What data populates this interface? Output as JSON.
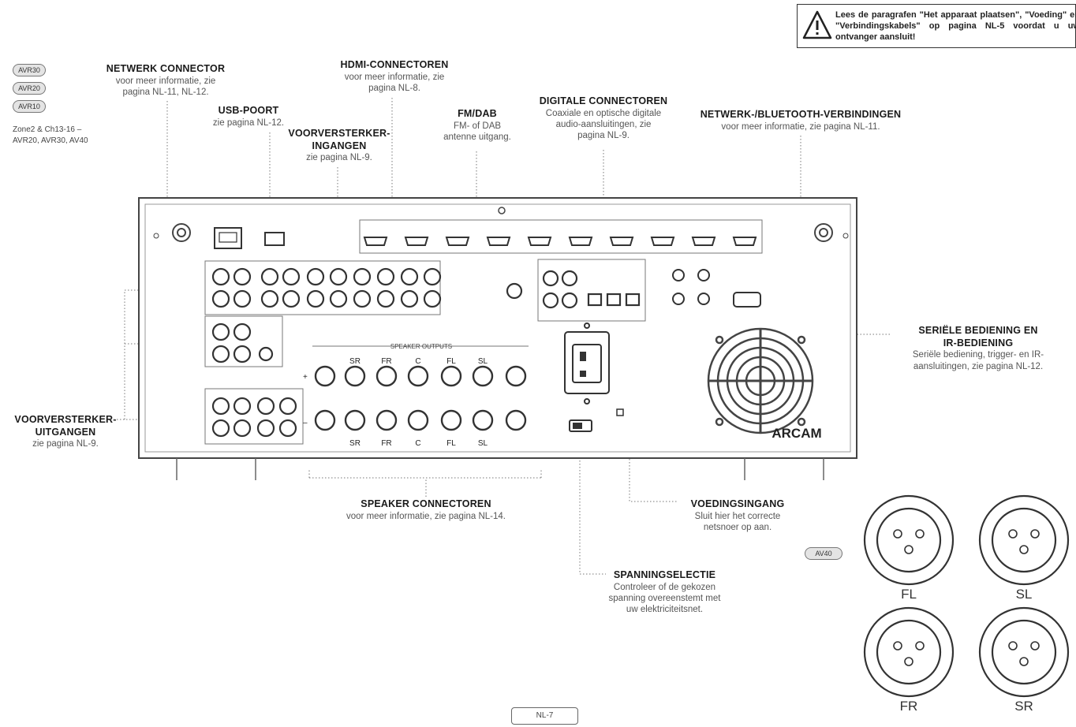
{
  "warning": {
    "icon": "warning-triangle-icon",
    "text": "Lees de paragrafen \"Het apparaat plaatsen\", \"Voeding\" en \"Verbindingskabels\" op pagina NL-5 voordat u uw ontvanger aansluit!"
  },
  "models": {
    "badges": [
      "AVR30",
      "AVR20",
      "AVR10"
    ],
    "zone_note_line1": "Zone2 & Ch13-16 –",
    "zone_note_line2": "AVR20, AVR30, AV40"
  },
  "callouts": {
    "netwerk_connector": {
      "title": "NETWERK CONNECTOR",
      "desc_line1": "voor meer informatie, zie",
      "desc_line2": "pagina NL-11, NL-12."
    },
    "usb_poort": {
      "title": "USB-POORT",
      "desc": "zie pagina NL-12."
    },
    "hdmi_connectoren": {
      "title": "HDMI-CONNECTOREN",
      "desc_line1": "voor meer informatie, zie",
      "desc_line2": "pagina NL-8."
    },
    "voorversterker_ingangen": {
      "title_line1": "VOORVERSTERKER-",
      "title_line2": "INGANGEN",
      "desc": "zie pagina NL-9."
    },
    "fm_dab": {
      "title": "FM/DAB",
      "desc_line1": "FM- of DAB",
      "desc_line2": "antenne uitgang."
    },
    "digitale_connectoren": {
      "title": "DIGITALE CONNECTOREN",
      "desc_line1": "Coaxiale en optische digitale",
      "desc_line2": "audio-aansluitingen, zie",
      "desc_line3": "pagina NL-9."
    },
    "netwerk_bluetooth": {
      "title": "NETWERK-/BLUETOOTH-VERBINDINGEN",
      "desc": "voor meer informatie, zie pagina NL-11."
    },
    "seriele_bediening": {
      "title_line1": "SERIËLE BEDIENING EN",
      "title_line2": "IR-BEDIENING",
      "desc_line1": "Seriële bediening, trigger- en IR-",
      "desc_line2": "aansluitingen, zie pagina NL-12."
    },
    "voorversterker_uitgangen": {
      "title_line1": "VOORVERSTERKER-",
      "title_line2": "UITGANGEN",
      "desc": "zie pagina NL-9."
    },
    "speaker_connectoren": {
      "title": "SPEAKER CONNECTOREN",
      "desc": "voor meer informatie, zie pagina NL-14."
    },
    "voedingsingang": {
      "title": "VOEDINGSINGANG",
      "desc_line1": "Sluit hier het correcte",
      "desc_line2": "netsnoer op aan."
    },
    "spanningselectie": {
      "title": "SPANNINGSELECTIE",
      "desc_line1": "Controleer of de gekozen",
      "desc_line2": "spanning overeenstemt met",
      "desc_line3": "uw elektriciteitsnet."
    }
  },
  "device": {
    "brand": "ARCAM",
    "speaker_outputs_label": "SPEAKER OUTPUTS",
    "speaker_top_labels": [
      "SR",
      "FR",
      "C",
      "FL",
      "SL"
    ],
    "speaker_bottom_labels": [
      "SR",
      "FR",
      "C",
      "FL",
      "SL"
    ],
    "plus": "+",
    "minus": "–"
  },
  "xlr": {
    "badge": "AV40",
    "labels": [
      "FL",
      "SL",
      "FR",
      "SR"
    ]
  },
  "page_number": "NL-7"
}
